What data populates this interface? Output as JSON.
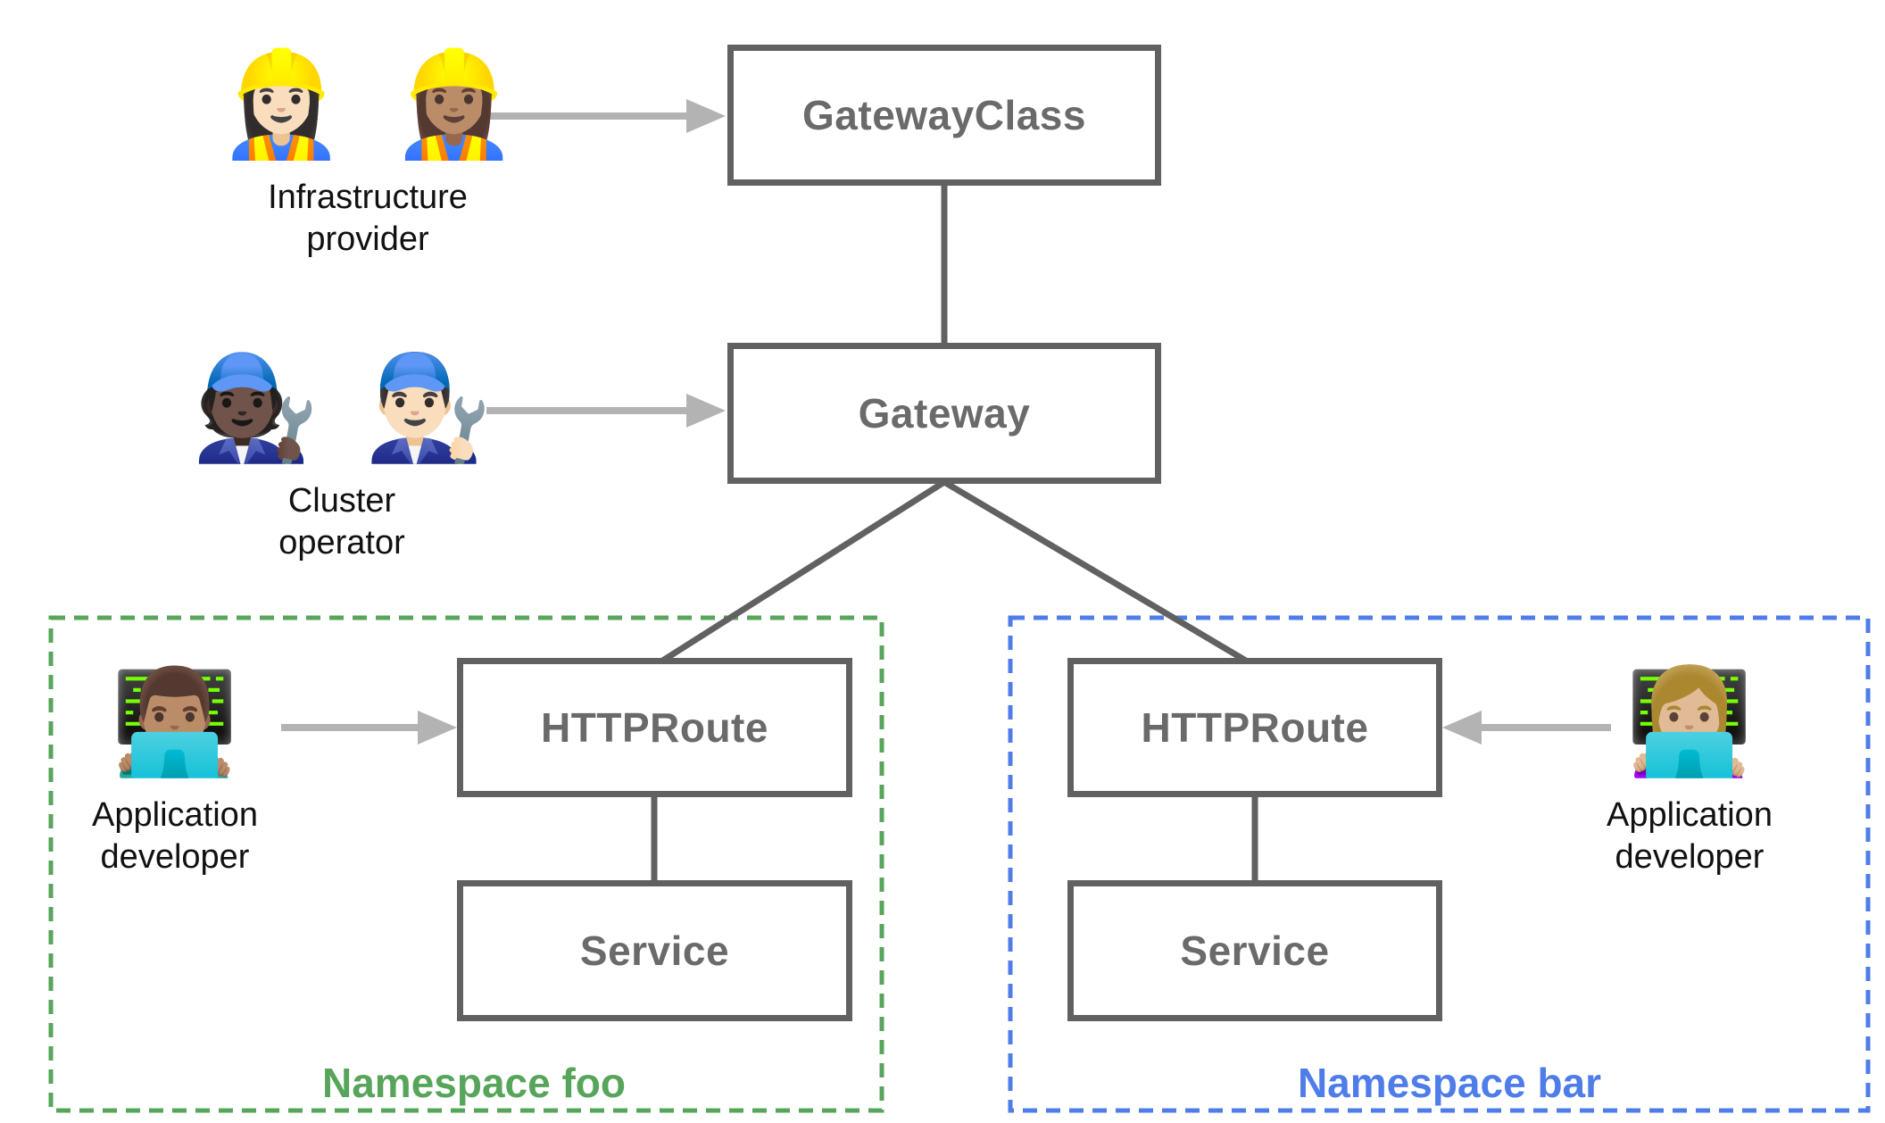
{
  "boxes": {
    "gateway_class": {
      "label": "GatewayClass"
    },
    "gateway": {
      "label": "Gateway"
    },
    "httproute_foo": {
      "label": "HTTPRoute"
    },
    "service_foo": {
      "label": "Service"
    },
    "httproute_bar": {
      "label": "HTTPRoute"
    },
    "service_bar": {
      "label": "Service"
    }
  },
  "personas": {
    "infrastructure_provider": {
      "emojis": "👷🏻‍♀️ 👷🏽‍♀️",
      "label": "Infrastructure provider"
    },
    "cluster_operator": {
      "emojis": "🧑🏿‍🔧 👨🏻‍🔧",
      "label": "Cluster operator"
    },
    "app_developer_foo": {
      "emojis": "👨🏽‍💻",
      "label": "Application developer"
    },
    "app_developer_bar": {
      "emojis": "👩🏼‍💻",
      "label": "Application developer"
    }
  },
  "namespaces": {
    "foo": {
      "label": "Namespace foo",
      "color": "#57a55a"
    },
    "bar": {
      "label": "Namespace bar",
      "color": "#4e7de9"
    }
  },
  "colors": {
    "box_border": "#616161",
    "box_text": "#6a6a6a",
    "connector": "#616161",
    "arrow": "#b3b3b3",
    "persona_text": "#111111",
    "namespace_foo": "#57a55a",
    "namespace_bar": "#4e7de9",
    "background": "#ffffff"
  }
}
